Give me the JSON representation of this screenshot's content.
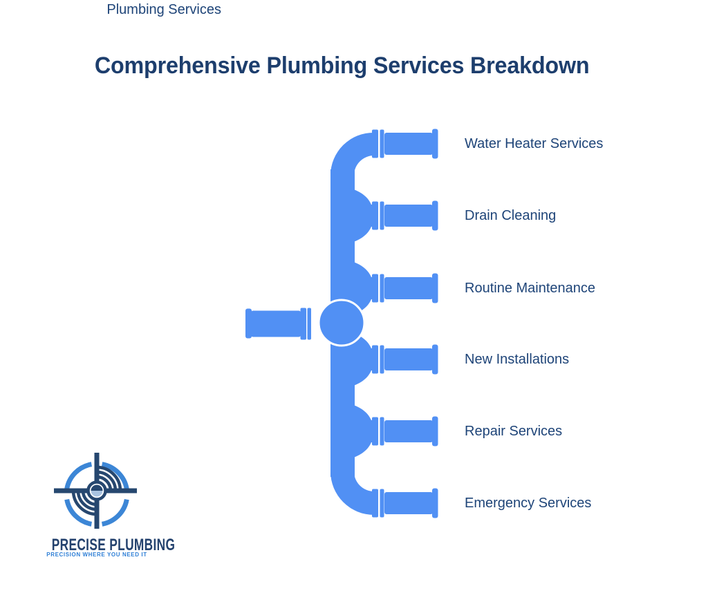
{
  "title": "Comprehensive Plumbing Services Breakdown",
  "root": {
    "label": "Plumbing Services"
  },
  "services": [
    {
      "label": "Water Heater Services"
    },
    {
      "label": "Drain Cleaning"
    },
    {
      "label": "Routine Maintenance"
    },
    {
      "label": "New Installations"
    },
    {
      "label": "Repair Services"
    },
    {
      "label": "Emergency Services"
    }
  ],
  "logo": {
    "name": "PRECISE PLUMBING",
    "tagline": "PRECISION WHERE YOU NEED IT"
  },
  "colors": {
    "pipe_blue": "#5190f4",
    "title_navy": "#1d3e6d",
    "label_navy": "#1e4478",
    "logo_navy": "#26476f",
    "logo_light_blue": "#3c86d6",
    "tagline_blue": "#2e7fd6"
  }
}
